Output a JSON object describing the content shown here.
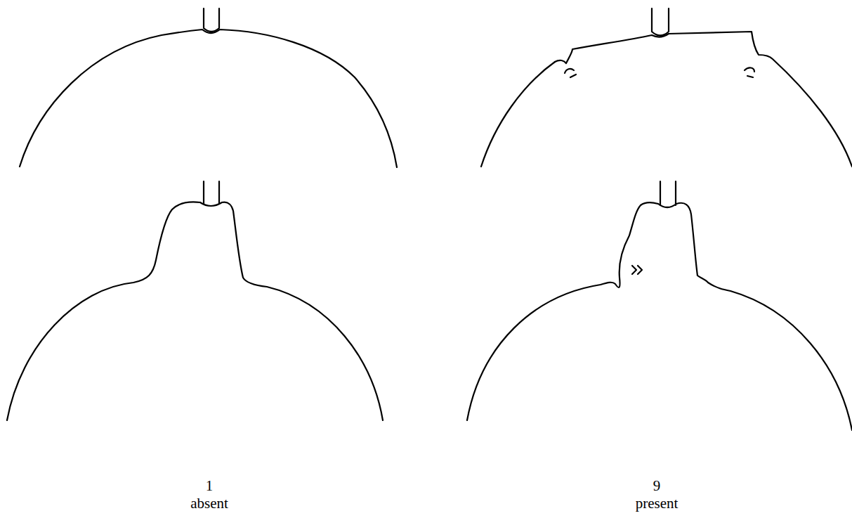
{
  "diagram": {
    "labels": [
      "1",
      "absent",
      "9",
      "present"
    ]
  }
}
